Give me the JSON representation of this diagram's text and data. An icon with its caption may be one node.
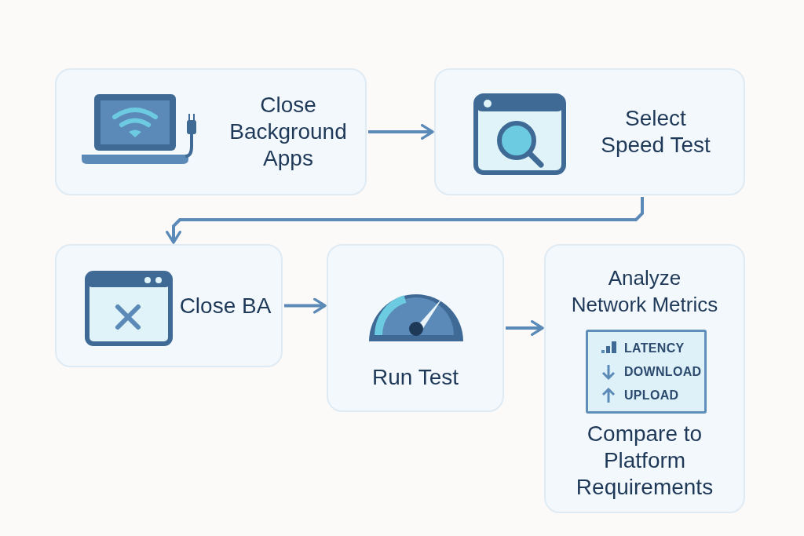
{
  "diagram": {
    "nodes": [
      {
        "text": [
          "Close Background Apps"
        ]
      },
      {
        "text": [
          "Select Speed Test"
        ]
      },
      {
        "text": [
          "Close BA"
        ]
      },
      {
        "text": [
          "Run Test"
        ]
      },
      {
        "text": [
          "Analyze Network Metrics",
          "Compare to Platform Requirements"
        ]
      },
      {
        "text": [
          "LATENCY",
          "DOWNLOAD",
          "UPLOAD"
        ],
        "in": 4
      }
    ],
    "edges": [
      {
        "from": 0,
        "to": 1,
        "arrow": "to"
      },
      {
        "from": 1,
        "to": 2,
        "arrow": "to"
      },
      {
        "from": 2,
        "to": 3,
        "arrow": "to"
      },
      {
        "from": 3,
        "to": 4,
        "arrow": "to"
      }
    ]
  }
}
